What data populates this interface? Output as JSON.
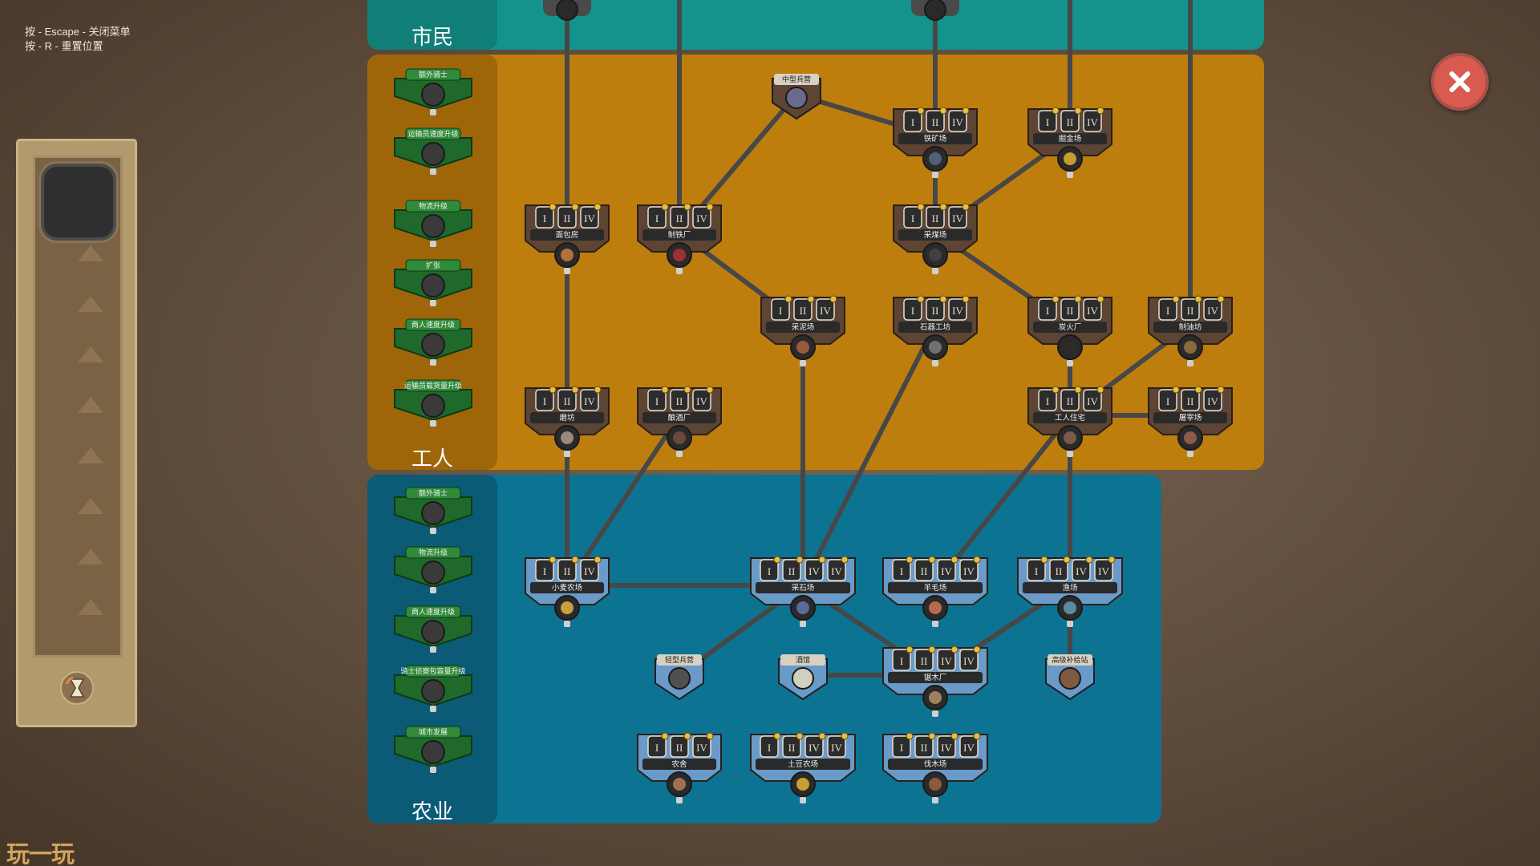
{
  "hints": [
    "按 - Escape - 关闭菜单",
    "按 - R - 重置位置"
  ],
  "watermark": "玩一玩",
  "colors": {
    "citizen": "#13938c",
    "worker": "#bd7e0d",
    "farm": "#0c7393",
    "workerNode": "#5d4433",
    "farmNode": "#2a5a7a",
    "side": "#0b5a76",
    "line": "#474747"
  },
  "tiers": {
    "citizen": "市民",
    "worker": "工人",
    "farm": "农业"
  },
  "worker_perks": [
    {
      "label": "额外骑士",
      "icon": "knight-icon"
    },
    {
      "label": "运输员速度升级",
      "icon": "carrier-icon"
    },
    {
      "label": "物流升级",
      "icon": "cart-icon"
    },
    {
      "label": "扩张",
      "icon": "expand-icon"
    },
    {
      "label": "商人速度升级",
      "icon": "merchant-icon"
    },
    {
      "label": "运输员载货量升级",
      "icon": "cargo-icon"
    }
  ],
  "farm_perks": [
    {
      "label": "额外骑士",
      "icon": "knight-icon"
    },
    {
      "label": "物流升级",
      "icon": "cart-icon"
    },
    {
      "label": "商人速度升级",
      "icon": "merchant-icon"
    },
    {
      "label": "骑士侦察包容量升级",
      "icon": "scout-icon"
    },
    {
      "label": "城市发展",
      "icon": "city-icon"
    }
  ],
  "worker_nodes": [
    {
      "id": "w1",
      "label": "面包房",
      "slots": 3,
      "style": "full",
      "color": "#b07040"
    },
    {
      "id": "w2",
      "label": "制铁厂",
      "slots": 3,
      "style": "full",
      "color": "#a03030"
    },
    {
      "id": "w3",
      "label": "中型兵营",
      "slots": 0,
      "style": "small",
      "color": "#6a6a8a"
    },
    {
      "id": "w4",
      "label": "铁矿场",
      "slots": 3,
      "style": "full",
      "color": "#506078"
    },
    {
      "id": "w5",
      "label": "掘金场",
      "slots": 3,
      "style": "full",
      "color": "#c89a30"
    },
    {
      "id": "w6",
      "label": "采煤场",
      "slots": 3,
      "style": "full",
      "color": "#404040"
    },
    {
      "id": "w7",
      "label": "采泥场",
      "slots": 3,
      "style": "full",
      "color": "#9a5a3a"
    },
    {
      "id": "w8",
      "label": "石器工坊",
      "slots": 3,
      "style": "full",
      "color": "#707070"
    },
    {
      "id": "w9",
      "label": "炭火厂",
      "slots": 3,
      "style": "full",
      "color": "#302a2a"
    },
    {
      "id": "w10",
      "label": "制油坊",
      "slots": 3,
      "style": "full",
      "color": "#8a6a3a"
    },
    {
      "id": "w11",
      "label": "磨坊",
      "slots": 3,
      "style": "full",
      "color": "#9a8a7a"
    },
    {
      "id": "w12",
      "label": "酿酒厂",
      "slots": 3,
      "style": "full",
      "color": "#6a4a3a"
    },
    {
      "id": "w13",
      "label": "工人住宅",
      "slots": 3,
      "style": "full",
      "color": "#7a5a4a"
    },
    {
      "id": "w14",
      "label": "屠宰场",
      "slots": 3,
      "style": "full",
      "color": "#8a5a4a"
    }
  ],
  "farm_nodes": [
    {
      "id": "f1",
      "label": "小麦农场",
      "slots": 3,
      "style": "full",
      "color": "#c8a040"
    },
    {
      "id": "f2",
      "label": "采石场",
      "slots": 4,
      "style": "full",
      "color": "#5a6a9a"
    },
    {
      "id": "f3",
      "label": "羊毛场",
      "slots": 4,
      "style": "full",
      "color": "#b86a50"
    },
    {
      "id": "f4",
      "label": "渔场",
      "slots": 4,
      "style": "full",
      "color": "#5a8aa0"
    },
    {
      "id": "f5",
      "label": "轻型兵营",
      "slots": 0,
      "style": "small",
      "color": "#505050"
    },
    {
      "id": "f6",
      "label": "酒馆",
      "slots": 0,
      "style": "small",
      "color": "#d0d0c0"
    },
    {
      "id": "f7",
      "label": "锯木厂",
      "slots": 4,
      "style": "full",
      "color": "#a08060"
    },
    {
      "id": "f8",
      "label": "高级补给站",
      "slots": 0,
      "style": "small",
      "color": "#805a40"
    },
    {
      "id": "f9",
      "label": "农舍",
      "slots": 3,
      "style": "full",
      "color": "#a07050"
    },
    {
      "id": "f10",
      "label": "土豆农场",
      "slots": 4,
      "style": "full",
      "color": "#c8a030"
    },
    {
      "id": "f11",
      "label": "伐木场",
      "slots": 4,
      "style": "full",
      "color": "#8a5a3a"
    }
  ],
  "citizen_nodes": [
    {
      "id": "c1",
      "label": "",
      "slots": 0,
      "style": "stub",
      "color": "#606060"
    },
    {
      "id": "c2",
      "label": "",
      "slots": 0,
      "style": "stub",
      "color": "#606060"
    }
  ]
}
